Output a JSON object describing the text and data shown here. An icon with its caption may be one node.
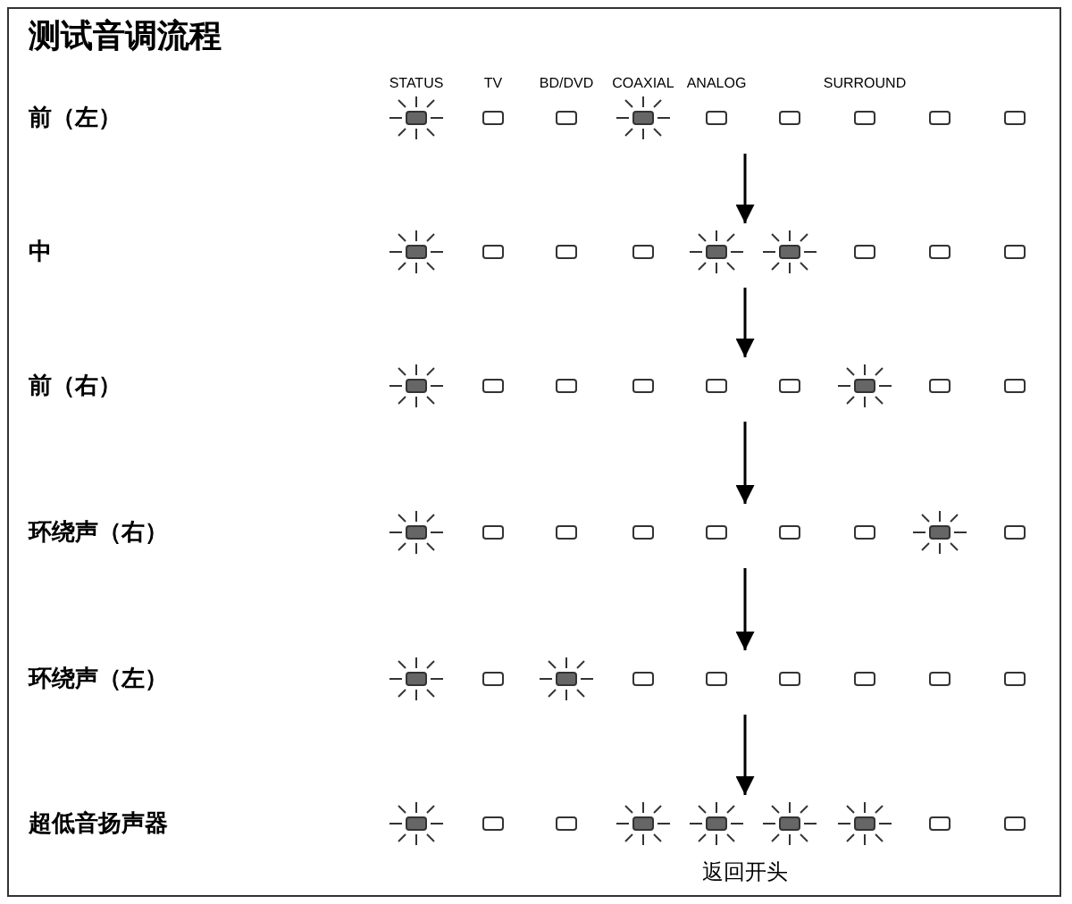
{
  "diagram": {
    "title": "测试音调流程",
    "nodes": [
      {
        "text": [
          "前（左）"
        ]
      },
      {
        "text": [
          "中"
        ]
      },
      {
        "text": [
          "前（右）"
        ]
      },
      {
        "text": [
          "环绕声（右）"
        ]
      },
      {
        "text": [
          "环绕声（左）"
        ]
      },
      {
        "text": [
          "超低音扬声器"
        ]
      }
    ],
    "edges": [
      {
        "from": 0,
        "to": 1,
        "arrow": "to"
      },
      {
        "from": 1,
        "to": 2,
        "arrow": "to"
      },
      {
        "from": 2,
        "to": 3,
        "arrow": "to"
      },
      {
        "from": 3,
        "to": 4,
        "arrow": "to"
      },
      {
        "from": 4,
        "to": 5,
        "arrow": "to"
      }
    ],
    "labels": [
      "STATUS",
      "TV",
      "BD/DVD",
      "COAXIAL",
      "ANALOG",
      "SURROUND",
      "返回开头"
    ]
  }
}
